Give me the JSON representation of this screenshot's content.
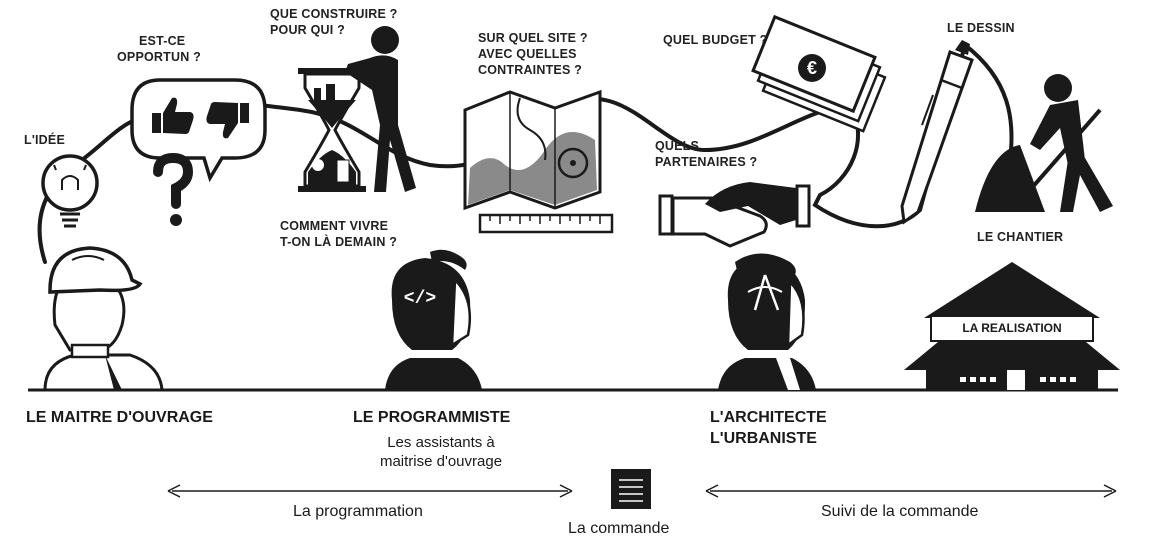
{
  "steps": {
    "idee": "L'IDÉE",
    "opportun": [
      "EST-CE",
      "OPPORTUN ?"
    ],
    "construire": [
      "QUE CONSTRUIRE ?",
      "POUR QUI ?"
    ],
    "vivre": [
      "COMMENT VIVRE",
      "T-ON LÀ DEMAIN ?"
    ],
    "site": [
      "SUR QUEL SITE ?",
      "AVEC QUELLES",
      "CONTRAINTES ?"
    ],
    "budget": "QUEL BUDGET ?",
    "partenaires": [
      "QUELS",
      "PARTENAIRES ?"
    ],
    "dessin": "LE DESSIN",
    "chantier": "LE CHANTIER",
    "realisation": "LA REALISATION"
  },
  "roles": {
    "maitre": "LE MAITRE D'OUVRAGE",
    "programmiste": "LE PROGRAMMISTE",
    "programmiste_sub": [
      "Les assistants à",
      "maitrise d'ouvrage"
    ],
    "architecte": [
      "L'ARCHITECTE",
      "L'URBANISTE"
    ]
  },
  "phases": {
    "programmation": "La programmation",
    "commande": "La commande",
    "suivi": "Suivi de la commande"
  },
  "colors": {
    "ink": "#1a1a1a",
    "grey": "#8a8a8a",
    "light": "#c8c8c8"
  }
}
